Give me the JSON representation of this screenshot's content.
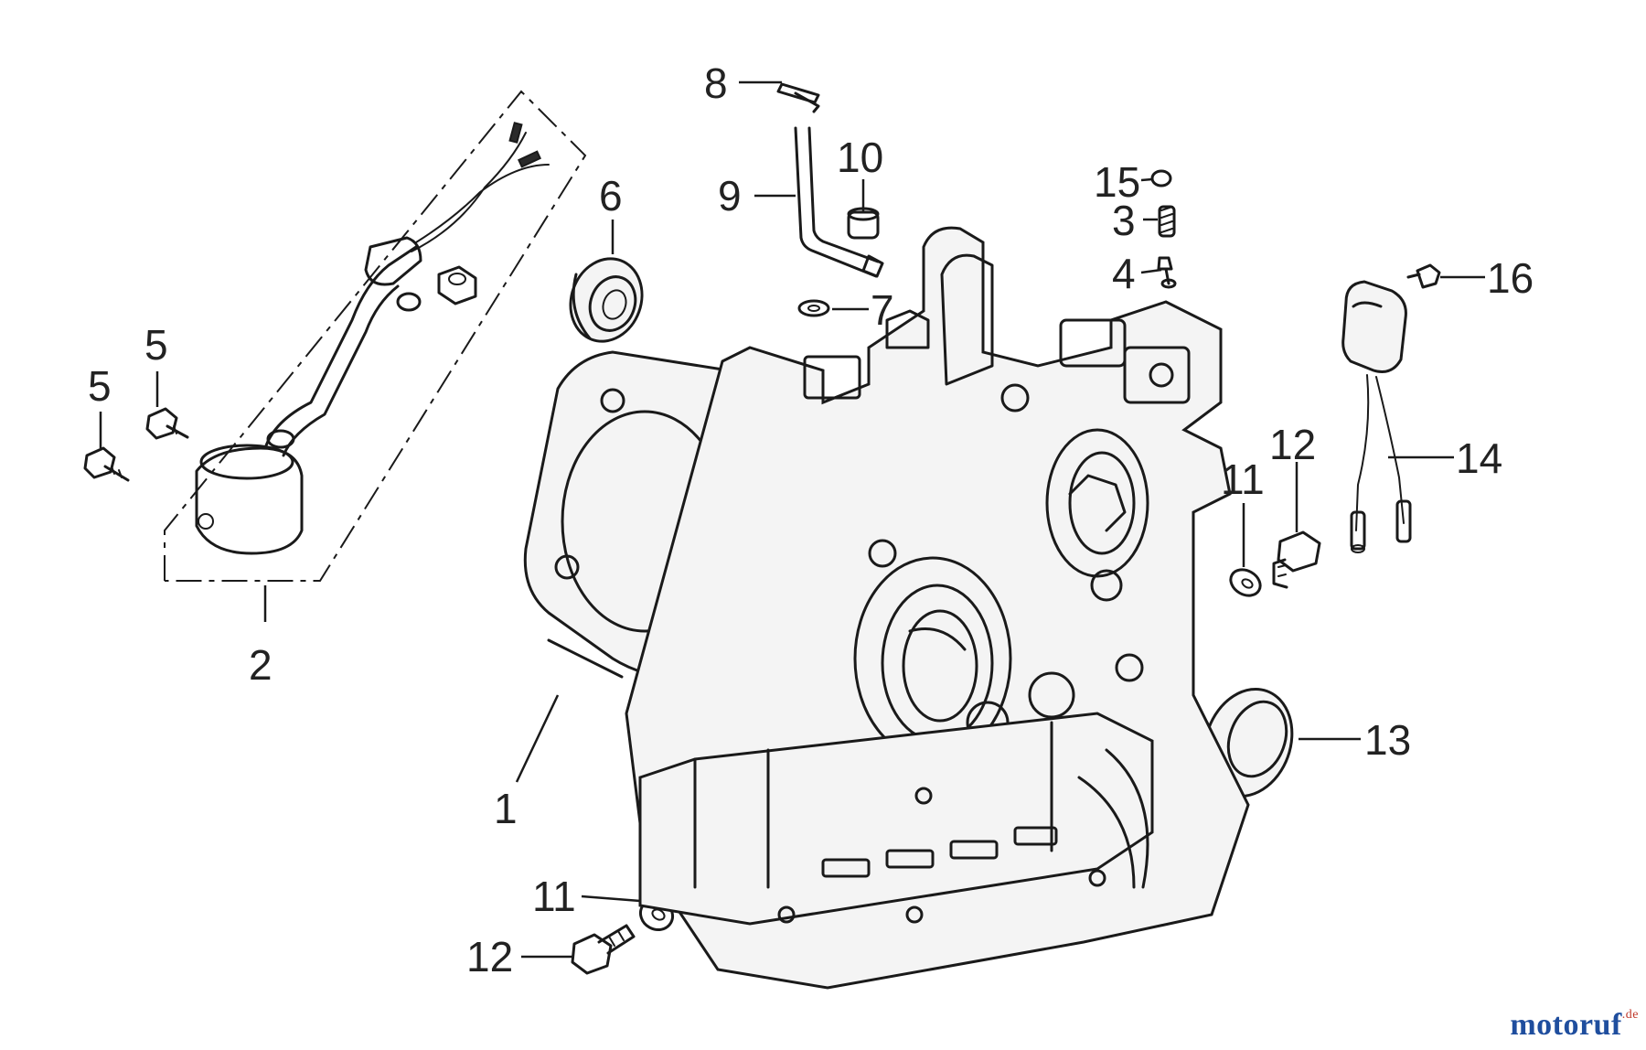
{
  "callouts": [
    {
      "id": "c1",
      "label": "1"
    },
    {
      "id": "c2",
      "label": "2"
    },
    {
      "id": "c3",
      "label": "3"
    },
    {
      "id": "c4",
      "label": "4"
    },
    {
      "id": "c5a",
      "label": "5"
    },
    {
      "id": "c5b",
      "label": "5"
    },
    {
      "id": "c6",
      "label": "6"
    },
    {
      "id": "c7",
      "label": "7"
    },
    {
      "id": "c8",
      "label": "8"
    },
    {
      "id": "c9",
      "label": "9"
    },
    {
      "id": "c10",
      "label": "10"
    },
    {
      "id": "c11a",
      "label": "11"
    },
    {
      "id": "c11b",
      "label": "11"
    },
    {
      "id": "c12a",
      "label": "12"
    },
    {
      "id": "c12b",
      "label": "12"
    },
    {
      "id": "c13",
      "label": "13"
    },
    {
      "id": "c14",
      "label": "14"
    },
    {
      "id": "c15",
      "label": "15"
    },
    {
      "id": "c16",
      "label": "16"
    }
  ],
  "watermark": {
    "main": "motoruf",
    "tld": ".de"
  }
}
